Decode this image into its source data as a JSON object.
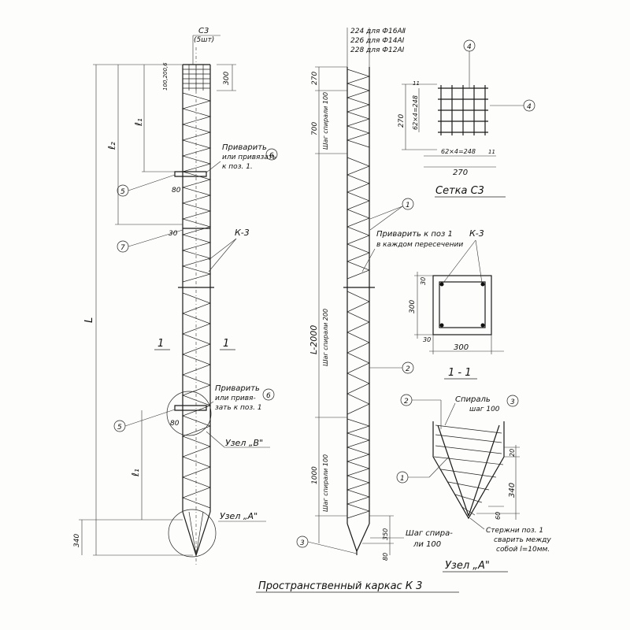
{
  "title": "Пространственный каркас К 3",
  "left_view": {
    "mesh_label": "С3",
    "mesh_count": "(5шт)",
    "dim_300": "300",
    "dim_pitch_top": "100,200,6",
    "dim_l": "L",
    "dim_l1": "ℓ₁",
    "dim_l2": "ℓ₂",
    "dim_l1_lower": "ℓ₁",
    "dim_340": "340",
    "dim_80_upper": "80",
    "dim_80_lower": "80",
    "dim_30": "30",
    "weld_note_upper": [
      "Приварить",
      "или привязать",
      "к поз. 1."
    ],
    "weld_note_lower": [
      "Приварить",
      "или привя-",
      "зать к поз. 1"
    ],
    "callout_5": "5",
    "callout_6": "6",
    "callout_7": "7",
    "k3_label": "К-3",
    "section_mark": "1",
    "node_b": "Узел „В\"",
    "node_a": "Узел „А\""
  },
  "middle_view": {
    "rebar_notes": [
      "224 для Ф16АⅡ",
      "226 для Ф14АⅠ",
      "228 для Ф12АⅠ"
    ],
    "dim_270": "270",
    "dim_700": "700",
    "pitch_100_top": "Шаг спирали 100",
    "dim_l2000": "L-2000",
    "pitch_200": "Шаг спирали 200",
    "dim_1000": "1000",
    "pitch_100_bottom": "Шаг спирали 100",
    "dim_350": "350",
    "dim_80": "80",
    "pitch_note": [
      "Шаг спира-",
      "ли 100"
    ],
    "weld_note": [
      "Приварить к поз 1",
      "в каждом пересечении"
    ],
    "k3_label": "К-3",
    "callout_1": "1",
    "callout_2": "2",
    "callout_3": "3"
  },
  "mesh_c3": {
    "caption": "Сетка С3",
    "callout_4": "4",
    "dim_270_v": "270",
    "dim_62_v": "62×4=248",
    "dim_11": "11",
    "dim_62_h": "62×4=248",
    "dim_270_h": "270"
  },
  "section_11": {
    "caption": "1 - 1",
    "dim_300_v": "300",
    "dim_300_h": "300",
    "dim_30_top": "30",
    "dim_30_bot": "30"
  },
  "node_a_detail": {
    "caption": "Узел „А\"",
    "spiral": [
      "Спираль",
      "шаг 100"
    ],
    "callout_1": "1",
    "callout_2": "2",
    "callout_3": "3",
    "dim_20": "20",
    "dim_340": "340",
    "dim_60": "60",
    "note": [
      "Стержни поз. 1",
      "сварить между",
      "собой l=10мм."
    ]
  }
}
